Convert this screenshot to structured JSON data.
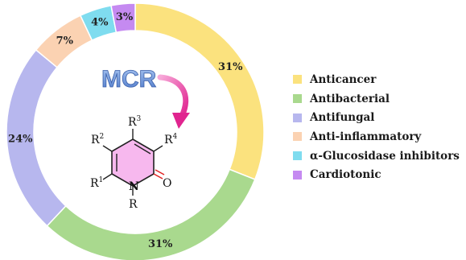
{
  "chart_data": {
    "type": "pie",
    "style": "donut",
    "categories": [
      "Anticancer",
      "Antibacterial",
      "Antifungal",
      "Anti-inflammatory",
      "α-Glucosidase inhibitors",
      "Cardiotonic"
    ],
    "values": [
      31,
      31,
      24,
      7,
      4,
      3
    ],
    "value_labels": [
      "31%",
      "31%",
      "24%",
      "7%",
      "4%",
      "3%"
    ],
    "colors": [
      "#FBE27E",
      "#A9D98E",
      "#B7B7EE",
      "#FBD2B2",
      "#7FDCEF",
      "#C58AF1"
    ],
    "legend": {
      "position": "right",
      "labels": [
        "Anticancer",
        "Antibacterial",
        "Antifungal",
        "Anti-inflammatory",
        "α-Glucosidase inhibitors",
        "Cardiotonic"
      ]
    }
  },
  "center": {
    "badge": "MCR",
    "molecule": {
      "atoms": [
        "R",
        "R",
        "R",
        "R",
        "R",
        "N",
        "O"
      ],
      "superscripts": [
        "3",
        "2",
        "4",
        "1"
      ]
    }
  }
}
